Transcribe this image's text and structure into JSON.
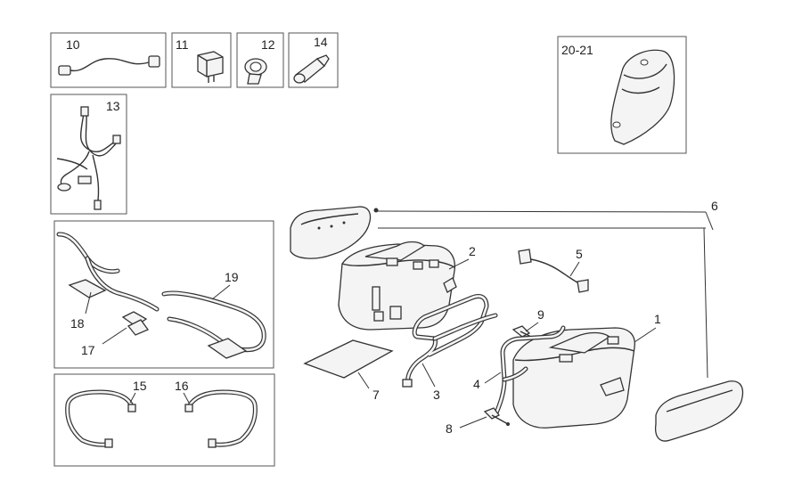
{
  "callouts": {
    "c1": "1",
    "c2": "2",
    "c3": "3",
    "c4": "4",
    "c5": "5",
    "c6": "6",
    "c7": "7",
    "c8": "8",
    "c9": "9",
    "c10": "10",
    "c11": "11",
    "c12": "12",
    "c13": "13",
    "c14": "14",
    "c15": "15",
    "c16": "16",
    "c17": "17",
    "c18": "18",
    "c19": "19",
    "c20_21": "20-21"
  }
}
